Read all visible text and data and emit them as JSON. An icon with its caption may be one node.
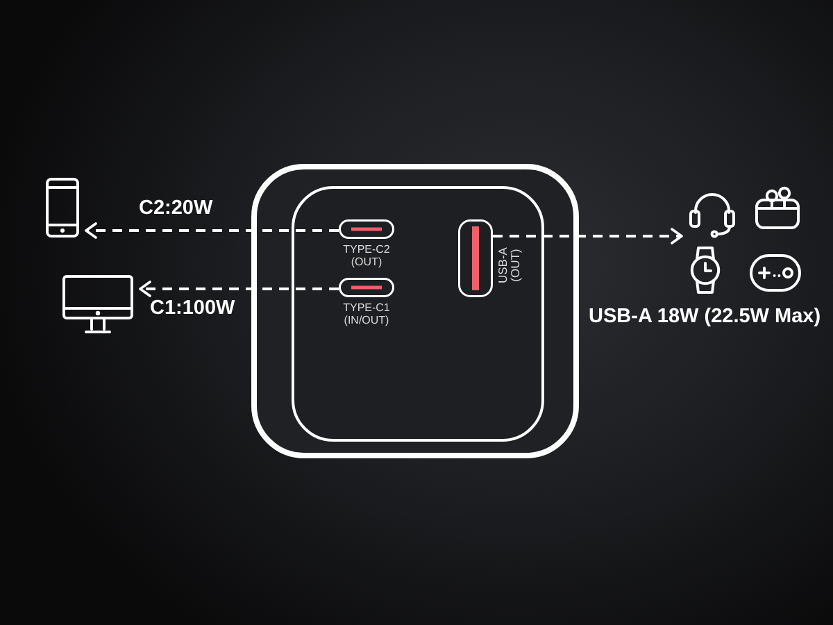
{
  "diagram": {
    "nodes": [
      {
        "text": [],
        "shape": "box"
      },
      {
        "text": [],
        "shape": "box",
        "in": 0
      },
      {
        "text": [
          "TYPE-C2 (OUT)"
        ],
        "in": 1
      },
      {
        "text": [
          "TYPE-C1 (IN/OUT)"
        ],
        "in": 1
      },
      {
        "text": [
          "USB-A (OUT)"
        ],
        "in": 1
      },
      {
        "text": [],
        "shape": "picture"
      },
      {
        "text": [],
        "shape": "picture"
      },
      {
        "text": [],
        "shape": "picture"
      },
      {
        "text": [],
        "shape": "picture"
      },
      {
        "text": [],
        "shape": "picture"
      },
      {
        "text": [],
        "shape": "picture"
      }
    ],
    "edges": [
      {
        "from": 2,
        "to": 5,
        "arrow": "to",
        "label": "C2:20W",
        "style": "dashed"
      },
      {
        "from": 3,
        "to": 6,
        "arrow": "to",
        "label": "C1:100W",
        "style": "dashed"
      },
      {
        "from": 4,
        "to": 7,
        "arrow": "to",
        "label": "USB-A 18W (22.5W Max)",
        "style": "dashed"
      }
    ]
  }
}
